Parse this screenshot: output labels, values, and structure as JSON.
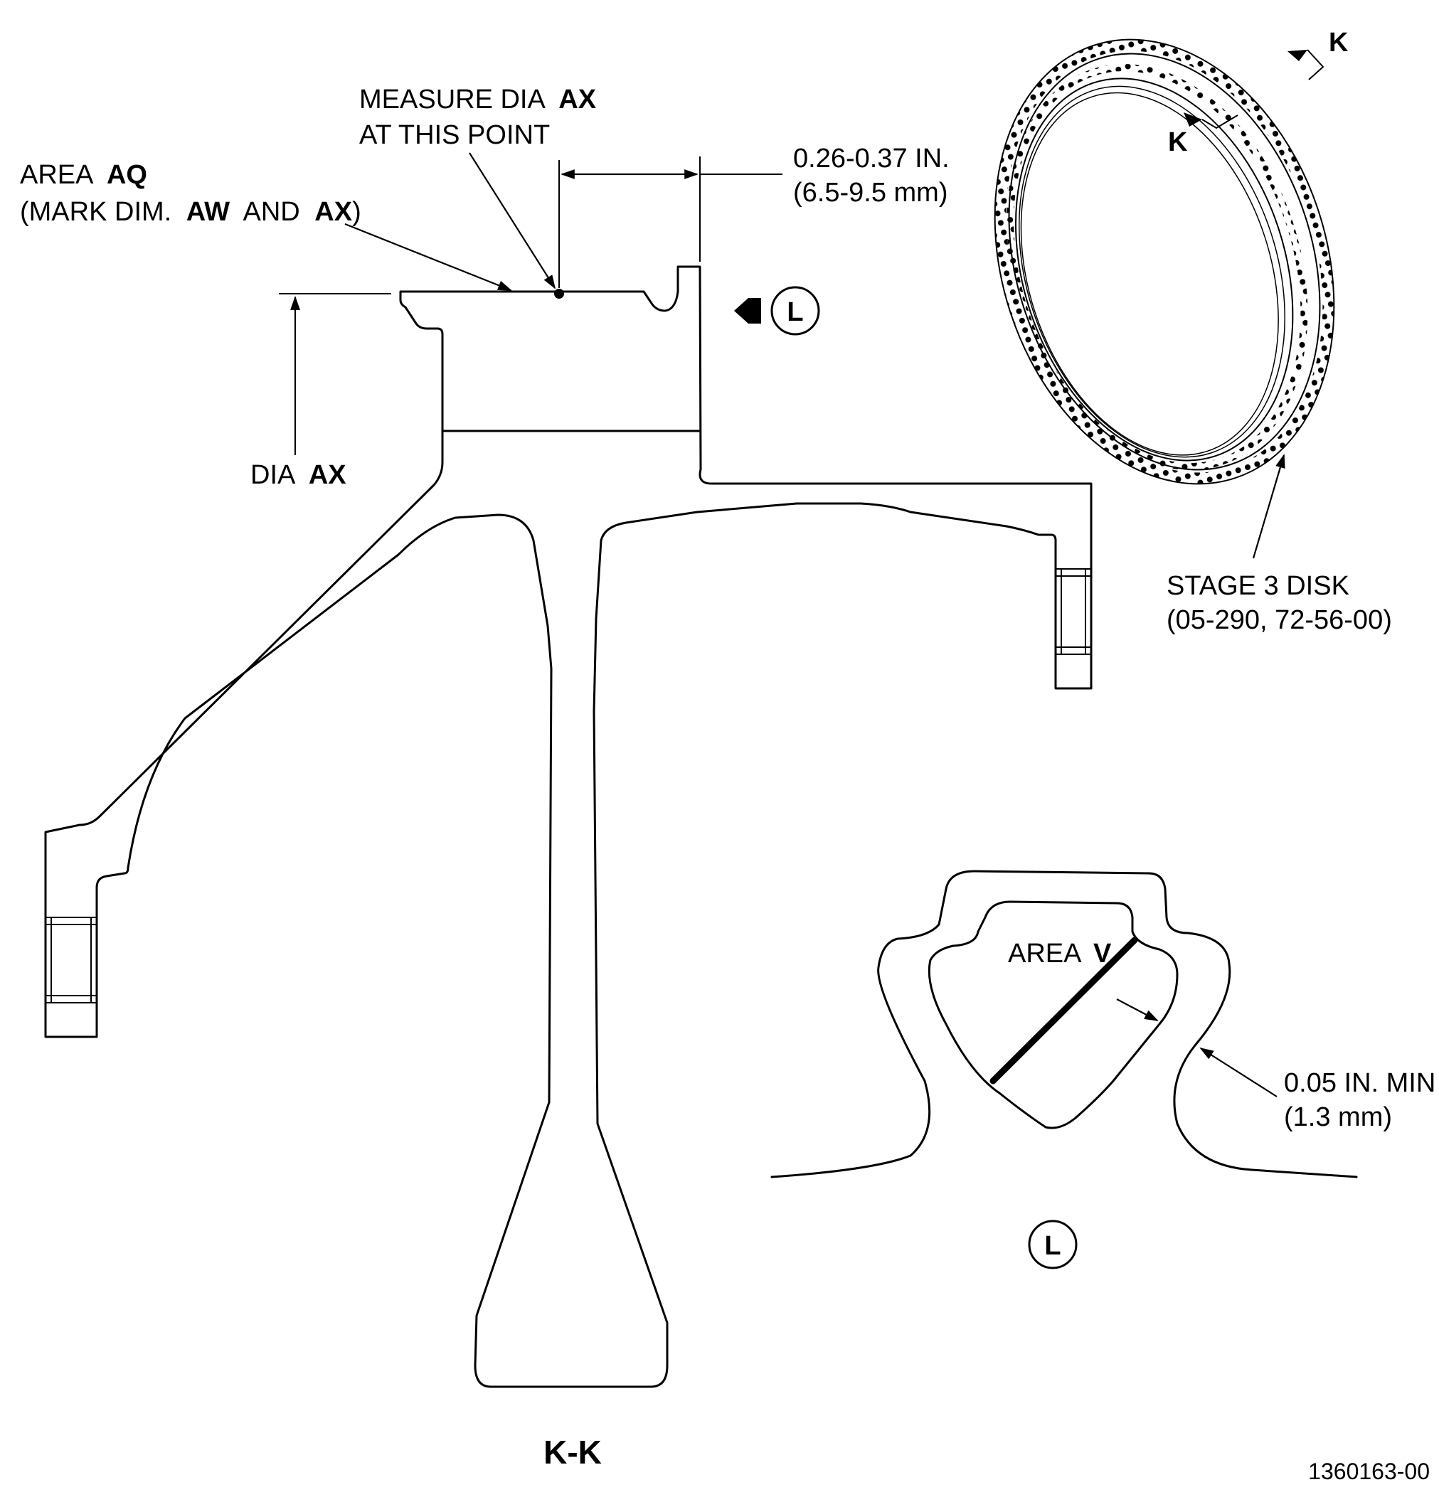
{
  "labels": {
    "measure_line1": "MEASURE DIA",
    "measure_ax": "AX",
    "measure_line2": "AT THIS POINT",
    "area_aq_prefix": "AREA",
    "area_aq_code": "AQ",
    "mark_open": "(MARK DIM.",
    "mark_aw": "AW",
    "mark_and": "AND",
    "mark_ax": "AX",
    "mark_close": ")",
    "dim_in": "0.26-0.37 IN.",
    "dim_mm": "(6.5-9.5 mm)",
    "dia_prefix": "DIA",
    "dia_code": "AX",
    "view_l": "L",
    "section_k_1": "K",
    "section_k_2": "K",
    "disk_line1": "STAGE 3 DISK",
    "disk_line2": "(05-290, 72-56-00)",
    "area_v_prefix": "AREA",
    "area_v_code": "V",
    "min_in": "0.05 IN. MIN",
    "min_mm": "(1.3 mm)",
    "view_l_title": "L",
    "section_title": "K-K",
    "figure_id": "1360163-00"
  },
  "icons": [
    "view-arrow-icon",
    "view-callout-l-icon",
    "section-cut-k-icon",
    "measure-point-dot-icon"
  ]
}
